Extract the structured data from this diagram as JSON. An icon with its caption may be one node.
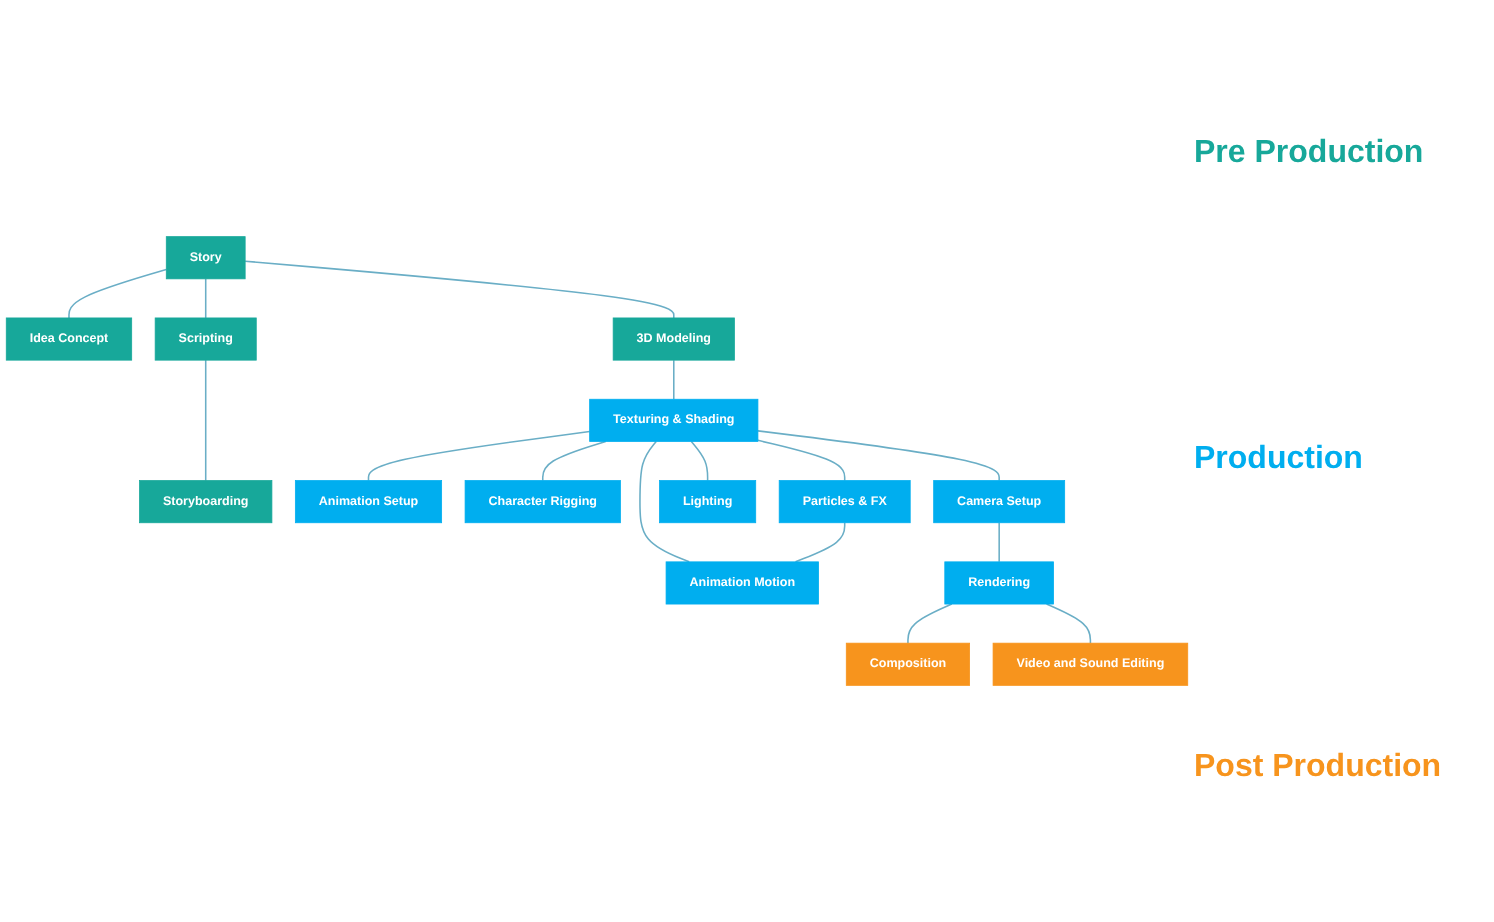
{
  "diagram": {
    "nodes": [
      {
        "text": [
          "Story"
        ]
      },
      {
        "text": [
          "Idea Concept"
        ]
      },
      {
        "text": [
          "Scripting"
        ]
      },
      {
        "text": [
          "Storyboarding"
        ]
      },
      {
        "text": [
          "3D Modeling"
        ]
      },
      {
        "text": [
          "Texturing & Shading"
        ]
      },
      {
        "text": [
          "Animation Setup"
        ]
      },
      {
        "text": [
          "Character Rigging"
        ]
      },
      {
        "text": [
          "Particles & FX"
        ]
      },
      {
        "text": [
          "Animation Motion"
        ]
      },
      {
        "text": [
          "Lighting"
        ]
      },
      {
        "text": [
          "Camera Setup"
        ]
      },
      {
        "text": [
          "Rendering"
        ]
      },
      {
        "text": [
          "Composition"
        ]
      },
      {
        "text": [
          "Video and Sound Editing"
        ]
      }
    ],
    "edges": [
      {
        "from": 0,
        "to": 1,
        "arrow": "none"
      },
      {
        "from": 0,
        "to": 2,
        "arrow": "none"
      },
      {
        "from": 0,
        "to": 4,
        "arrow": "none"
      },
      {
        "from": 2,
        "to": 3,
        "arrow": "none"
      },
      {
        "from": 4,
        "to": 5,
        "arrow": "none"
      },
      {
        "from": 5,
        "to": 6,
        "arrow": "none"
      },
      {
        "from": 5,
        "to": 7,
        "arrow": "none"
      },
      {
        "from": 5,
        "to": 8,
        "arrow": "none"
      },
      {
        "from": 5,
        "to": 9,
        "arrow": "none"
      },
      {
        "from": 8,
        "to": 9,
        "arrow": "none"
      },
      {
        "from": 5,
        "to": 10,
        "arrow": "none"
      },
      {
        "from": 5,
        "to": 11,
        "arrow": "none"
      },
      {
        "from": 11,
        "to": 12,
        "arrow": "none"
      },
      {
        "from": 12,
        "to": 13,
        "arrow": "none"
      },
      {
        "from": 12,
        "to": 14,
        "arrow": "none"
      }
    ],
    "labels": [
      "Pre Production",
      "Production",
      "Post Production"
    ]
  }
}
